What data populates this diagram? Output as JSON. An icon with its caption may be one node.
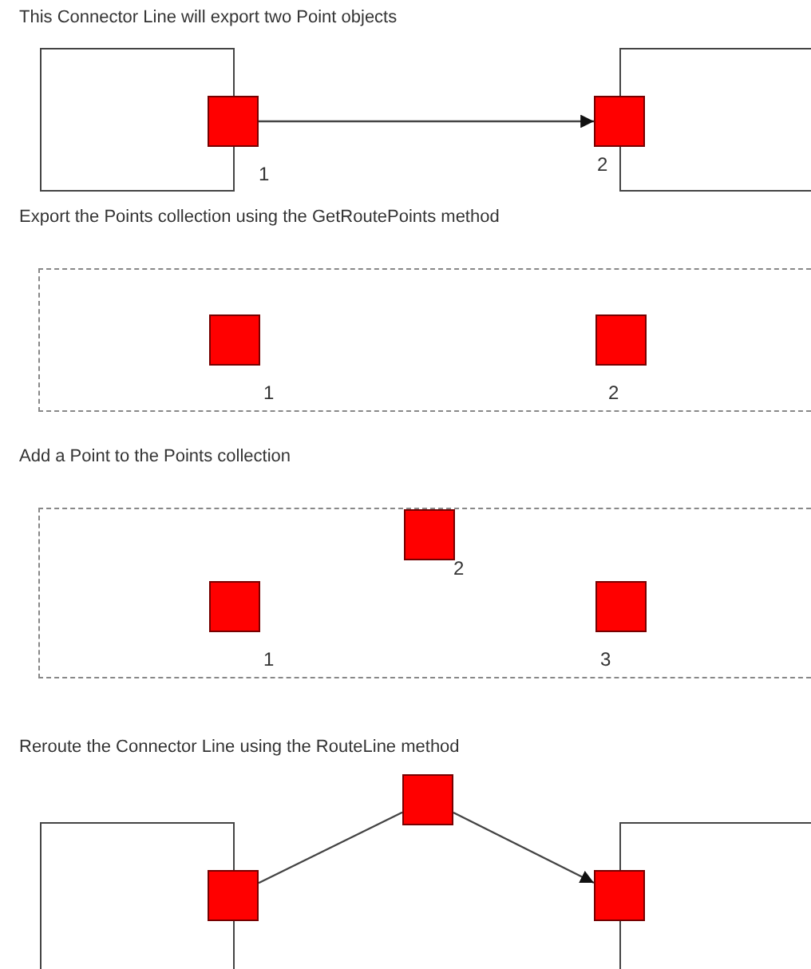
{
  "diagram": {
    "nodes": [
      {
        "text": [],
        "shape": "box"
      },
      {
        "text": [],
        "shape": "box"
      },
      {
        "text": [],
        "shape": "box",
        "beside": [
          "1"
        ]
      },
      {
        "text": [],
        "shape": "box",
        "beside": [
          "2"
        ]
      },
      {
        "text": [
          "Export the Points collection using the GetRoutePoints method"
        ]
      },
      {
        "text": [],
        "shape": "box",
        "in": 4,
        "beside": [
          "1"
        ]
      },
      {
        "text": [],
        "shape": "box",
        "in": 4,
        "beside": [
          "2"
        ]
      },
      {
        "text": [
          "Add a Point to the Points collection"
        ]
      },
      {
        "text": [],
        "shape": "box",
        "in": 7,
        "beside": [
          "1"
        ]
      },
      {
        "text": [],
        "shape": "box",
        "in": 7,
        "beside": [
          "2"
        ]
      },
      {
        "text": [],
        "shape": "box",
        "in": 7,
        "beside": [
          "3"
        ]
      },
      {
        "text": [],
        "shape": "box"
      },
      {
        "text": [],
        "shape": "box"
      },
      {
        "text": [],
        "shape": "box"
      },
      {
        "text": [],
        "shape": "box"
      },
      {
        "text": [],
        "shape": "box"
      }
    ],
    "edges": [
      {
        "from": 2,
        "to": 3,
        "arrow": "to"
      },
      {
        "from": 13,
        "to": 14,
        "arrow": "none"
      },
      {
        "from": 14,
        "to": 15,
        "arrow": "to"
      }
    ],
    "labels": [
      "This Connector Line will export two Point objects",
      "Reroute the Connector Line using the RouteLine method"
    ]
  }
}
